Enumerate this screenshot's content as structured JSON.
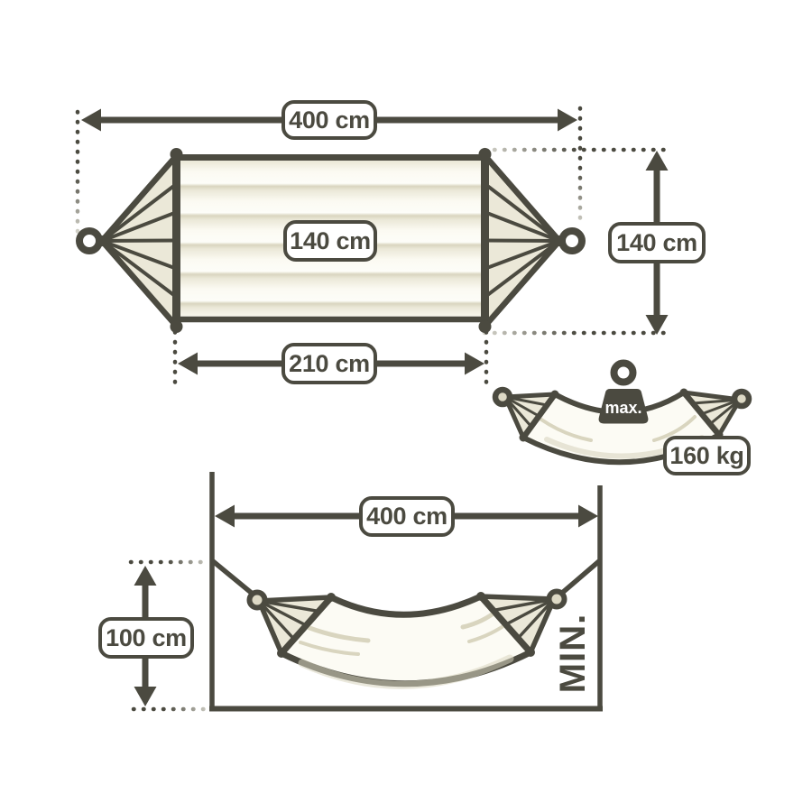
{
  "top_view": {
    "overall_length": "400 cm",
    "width": "140 cm",
    "hanging_width": "140 cm",
    "bed_length": "210 cm"
  },
  "load": {
    "max_prefix": "max.",
    "max_weight": "160 kg"
  },
  "hanging_view": {
    "mounting_distance": "400 cm",
    "mounting_height": "100 cm",
    "minimum_label": "MIN."
  },
  "colors": {
    "ink": "#4b4a40",
    "fan_fill": "#ebe8d8",
    "fabric_light": "#fcfbf4",
    "fabric_band": "#d9d5bf",
    "ring_fill": "#ddd9c5",
    "background": "#ffffff"
  }
}
